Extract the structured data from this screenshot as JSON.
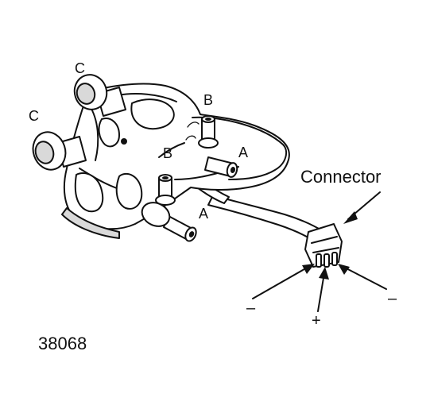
{
  "labels": {
    "c_upper": "C",
    "c_lower": "C",
    "b_upper": "B",
    "b_lower": "B",
    "a_upper": "A",
    "a_lower": "A",
    "connector": "Connector",
    "minus_left": "–",
    "minus_right": "–",
    "plus": "+",
    "figure_number": "38068"
  }
}
